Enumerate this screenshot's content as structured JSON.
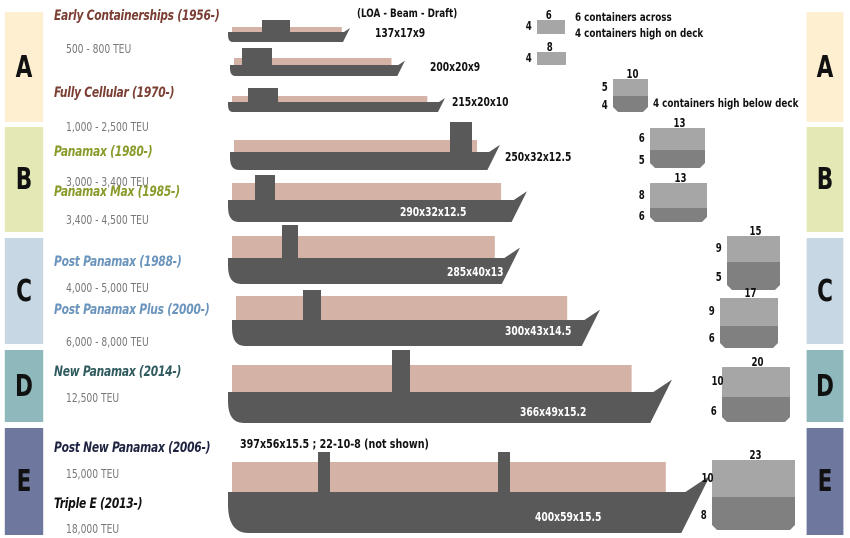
{
  "header": {
    "dims_legend": "(LOA - Beam - Draft)",
    "across_note": "6 containers across",
    "deck_note": "4 containers high on deck",
    "below_note": "4 containers high below deck",
    "e_note": "397x56x15.5 ; 22-10-8 (not shown)"
  },
  "bands": [
    {
      "letter": "A",
      "color": "#fdefcf"
    },
    {
      "letter": "B",
      "color": "#e3e8b5"
    },
    {
      "letter": "C",
      "color": "#c7d7e3"
    },
    {
      "letter": "D",
      "color": "#8fb8bc"
    },
    {
      "letter": "E",
      "color": "#6e789e"
    }
  ],
  "classes": [
    {
      "name": "Early Containerships (1956-)",
      "teu": "500 - 800 TEU",
      "color": "#7a3e33"
    },
    {
      "name": "Fully Cellular (1970-)",
      "teu": "1,000 - 2,500 TEU",
      "color": "#7a3e33"
    },
    {
      "name": "Panamax (1980-)",
      "teu": "3,000 - 3,400 TEU",
      "color": "#8a9a2a"
    },
    {
      "name": "Panamax Max (1985-)",
      "teu": "3,400 - 4,500 TEU",
      "color": "#8a9a2a"
    },
    {
      "name": "Post Panamax (1988-)",
      "teu": "4,000 - 5,000 TEU",
      "color": "#6a94bc"
    },
    {
      "name": "Post Panamax Plus (2000-)",
      "teu": "6,000 - 8,000 TEU",
      "color": "#6a94bc"
    },
    {
      "name": "New Panamax (2014-)",
      "teu": "12,500 TEU",
      "color": "#2f5a5e"
    },
    {
      "name": "Post New Panamax (2006-)",
      "teu": "15,000 TEU",
      "color": "#1e2340"
    },
    {
      "name": "Triple E (2013-)",
      "teu": "18,000 TEU",
      "color": "#111111"
    }
  ],
  "ships": [
    {
      "dims": "137x17x9"
    },
    {
      "dims": "200x20x9"
    },
    {
      "dims": "215x20x10"
    },
    {
      "dims": "250x32x12.5"
    },
    {
      "dims": "290x32x12.5"
    },
    {
      "dims": "285x40x13"
    },
    {
      "dims": "300x43x14.5"
    },
    {
      "dims": "366x49x15.2"
    },
    {
      "dims": "400x59x15.5"
    }
  ],
  "sections": [
    {
      "across": "6",
      "deck": "4",
      "below": ""
    },
    {
      "across": "8",
      "deck": "4",
      "below": ""
    },
    {
      "across": "10",
      "deck": "5",
      "below": "4"
    },
    {
      "across": "13",
      "deck": "6",
      "below": "5"
    },
    {
      "across": "13",
      "deck": "8",
      "below": "6"
    },
    {
      "across": "15",
      "deck": "9",
      "below": "5"
    },
    {
      "across": "17",
      "deck": "9",
      "below": "6"
    },
    {
      "across": "20",
      "deck": "10",
      "below": "6"
    },
    {
      "across": "23",
      "deck": "10",
      "below": "8"
    }
  ],
  "colors": {
    "hull": "#595959",
    "cargo": "#d4b2a6",
    "deck_box": "#a6a6a6",
    "hold_box": "#808080"
  }
}
